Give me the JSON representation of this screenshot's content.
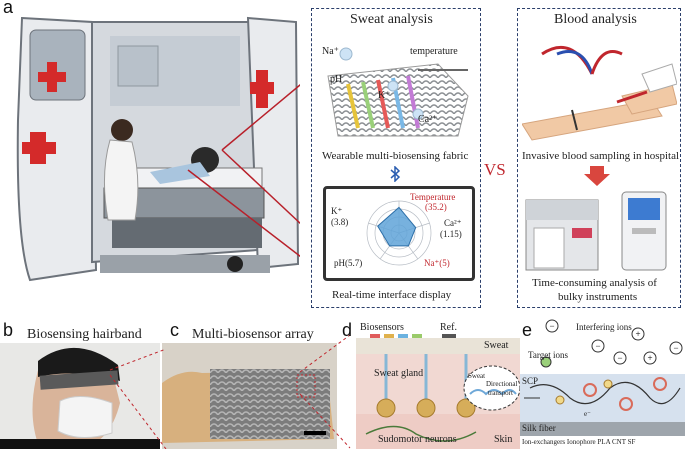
{
  "panel_a": {
    "label": "a",
    "sweat_title": "Sweat analysis",
    "blood_title": "Blood analysis",
    "vs": "VS",
    "fabric_caption": "Wearable multi-biosensing fabric",
    "blood_caption": "Invasive blood sampling in hospital",
    "display_caption": "Real-time interface display",
    "instrument_caption_1": "Time-consuming analysis of",
    "instrument_caption_2": "bulky instruments",
    "fabric_labels": {
      "na": "Na⁺",
      "temperature": "temperature",
      "ph": "pH",
      "k": "K⁺",
      "ca": "Ca²⁺"
    },
    "radar": {
      "k": "K⁺",
      "k_val": "(3.8)",
      "temp": "Temperature",
      "temp_val": "(35.2)",
      "ca": "Ca²⁺",
      "ca_val": "(1.15)",
      "ph": "pH(5.7)",
      "na": "Na⁺(5)",
      "values": {
        "temperature": 0.8,
        "ca": 0.55,
        "na": 0.5,
        "ph": 0.5,
        "k": 0.7
      }
    }
  },
  "panel_b": {
    "label": "b",
    "title": "Biosensing hairband"
  },
  "panel_c": {
    "label": "c",
    "title": "Multi-biosensor array"
  },
  "panel_d": {
    "label": "d",
    "biosensors": "Biosensors",
    "ref": "Ref.",
    "sweat": "Sweat",
    "sweat_gland": "Sweat gland",
    "sweat_small": "Sweat",
    "directional_1": "Directional",
    "directional_2": "transport",
    "sudomotor": "Sudomotor neurons",
    "skin": "Skin"
  },
  "panel_e": {
    "label": "e",
    "interfering": "Interfering ions",
    "target": "Target ions",
    "scp": "SCP",
    "silk": "Silk fiber",
    "legend": "Ion-exchangers  Ionophore  PLA  CNT  SF",
    "electron": "e⁻"
  },
  "colors": {
    "red": "#c0262d",
    "dashed_frame": "#2b3f6b",
    "radar_fill": "#5fa3d8"
  }
}
